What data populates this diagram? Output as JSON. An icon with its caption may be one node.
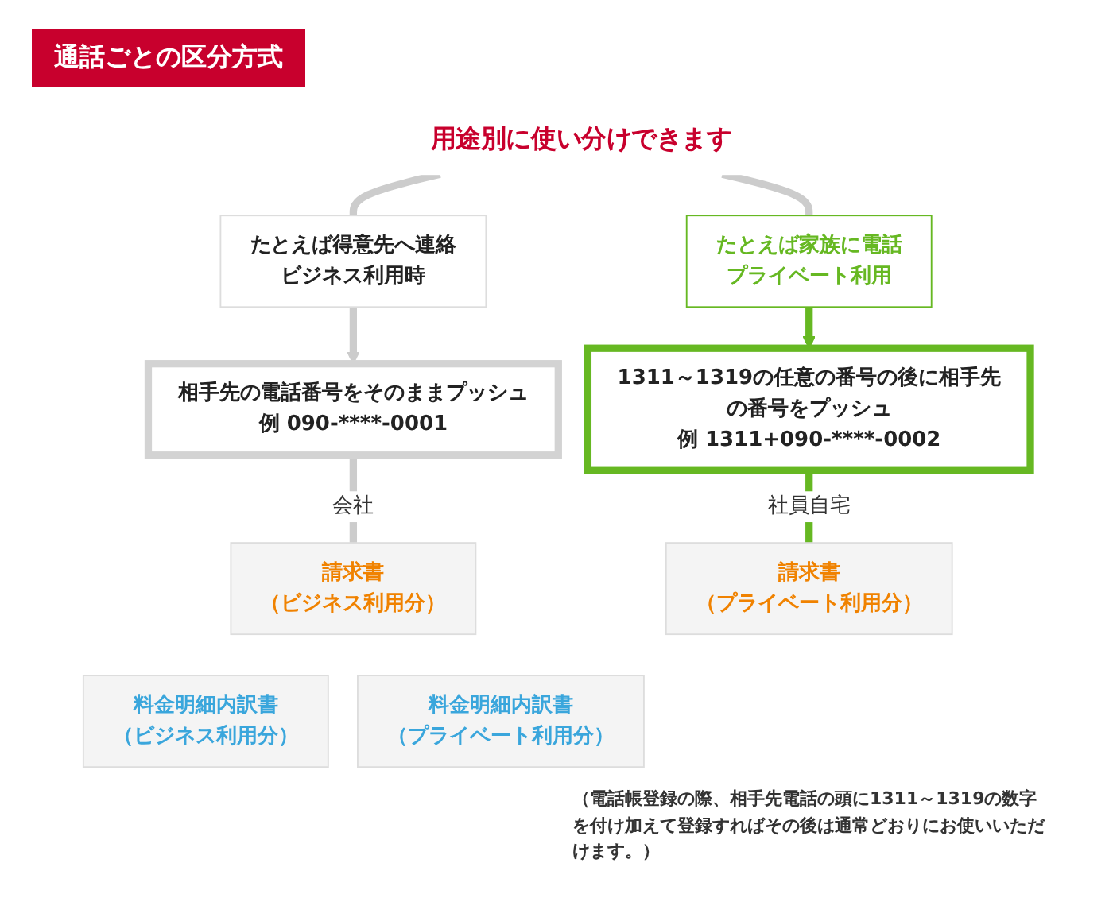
{
  "diagram": {
    "title": "通話ごとの区分方式",
    "nodes": [
      {
        "text": [
          "用途別に使い分けできます"
        ]
      },
      {
        "text": [
          "たとえば得意先へ連絡",
          "ビジネス利用時"
        ]
      },
      {
        "text": [
          "たとえば家族に電話",
          "プライベート利用"
        ]
      },
      {
        "text": [
          "相手先の電話番号をそのままプッシュ",
          "例 090-****-0001"
        ]
      },
      {
        "text": [
          "1311～1319の任意の番号の後に相手先の番号をプッシュ",
          "例 1311+090-****-0002"
        ]
      },
      {
        "text": [
          "請求書",
          "（ビジネス利用分）"
        ]
      },
      {
        "text": [
          "料金明細内訳書",
          "（ビジネス利用分）"
        ]
      },
      {
        "text": [
          "料金明細内訳書",
          "（プライベート利用分）"
        ]
      },
      {
        "text": [
          "請求書",
          "（プライベート利用分）"
        ]
      }
    ],
    "edges": [
      {
        "from": 0,
        "to": 1,
        "arrow": "none"
      },
      {
        "from": 0,
        "to": 2,
        "arrow": "none"
      },
      {
        "from": 1,
        "to": 3,
        "arrow": "to"
      },
      {
        "from": 2,
        "to": 4,
        "arrow": "to",
        "color": "#66b822"
      },
      {
        "from": 3,
        "to": 5,
        "label": "会社",
        "arrow": "none"
      },
      {
        "from": 4,
        "to": 8,
        "label": "社員自宅",
        "arrow": "none",
        "color": "#66b822"
      }
    ],
    "labels": [
      "（電話帳登録の際、相手先電話の頭に1311～1319の数字を付け加えて登録すればその後は通常どおりにお使いいただけます。）"
    ]
  }
}
